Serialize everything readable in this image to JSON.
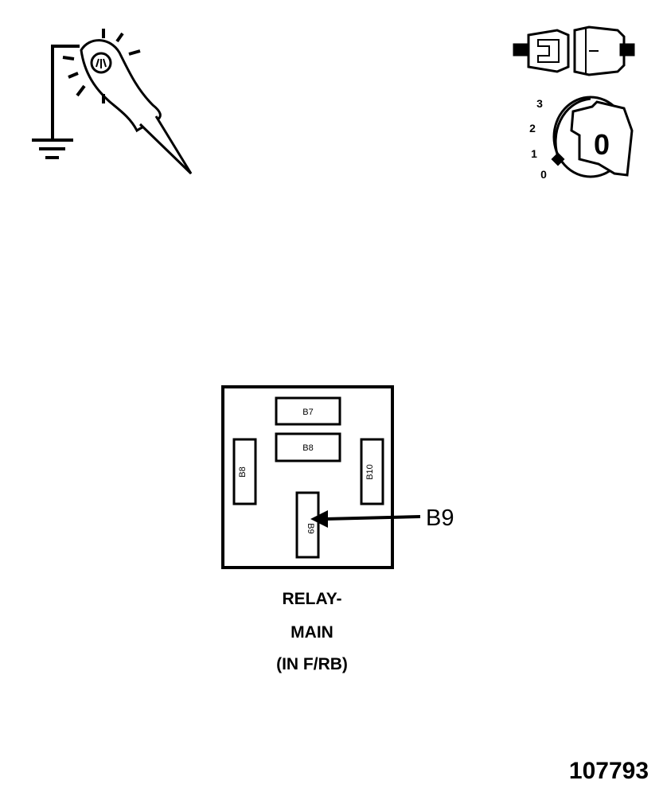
{
  "relay": {
    "terminals": {
      "b7": "B7",
      "b8_top": "B8",
      "b8_left": "B8",
      "b10": "B10",
      "b9": "B9"
    },
    "callout": "B9",
    "caption": {
      "line1": "RELAY-",
      "line2": "MAIN",
      "line3": "(IN F/RB)"
    }
  },
  "ignition_key": {
    "positions": [
      "3",
      "2",
      "1",
      "0"
    ],
    "key_label": "0"
  },
  "figure_number": "107793",
  "icons": [
    "ground-icon",
    "test-lamp-probe-icon",
    "disconnect-connector-icon",
    "ignition-key-icon"
  ],
  "colors": {
    "ink": "#000000",
    "paper": "#ffffff"
  }
}
